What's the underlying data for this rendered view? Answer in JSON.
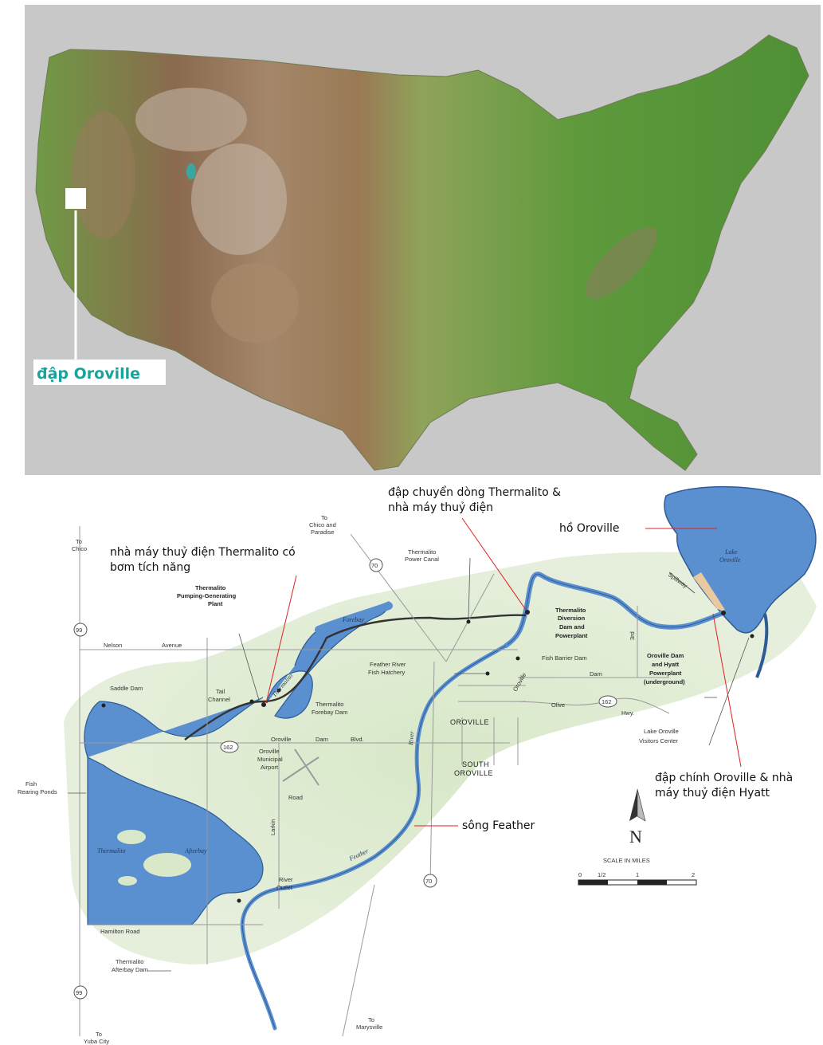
{
  "us_map": {
    "callout_label": "đập Oroville",
    "colors": {
      "background": "#c8c8c8",
      "lowland": "#5e9a3c",
      "mountain": "#8a6a4e",
      "callout": "#1aa39a"
    }
  },
  "annotations": {
    "thermalito_pumping": [
      "nhà máy thuỷ điện Thermalito có",
      "bơm tích năng"
    ],
    "thermalito_diversion": [
      "đập chuyển dòng Thermalito &",
      "nhà máy thuỷ điện"
    ],
    "lake_oroville": "hồ Oroville",
    "oroville_main_dam": [
      "đập chính Oroville & nhà",
      "máy thuỷ điện Hyatt"
    ],
    "feather_river": "sông Feather"
  },
  "map_labels": {
    "to_chico_left": [
      "To",
      "Chico"
    ],
    "to_chico_paradise": [
      "To",
      "Chico and",
      "Paradise"
    ],
    "thermalito_power_canal": [
      "Thermalito",
      "Power Canal"
    ],
    "thermalito_pumping_plant": [
      "Thermalito",
      "Pumping-Generating",
      "Plant"
    ],
    "thermalito_diversion_dam": [
      "Thermalito",
      "Diversion",
      "Dam and",
      "Powerplant"
    ],
    "nelson_avenue": [
      "Nelson",
      "Avenue"
    ],
    "forebay_italic": "Forebay",
    "thermalito_italic": "Thermalito",
    "tail_channel": [
      "Tail",
      "Channel"
    ],
    "feather_hatchery": [
      "Feather River",
      "Fish Hatchery"
    ],
    "fish_barrier_dam": "Fish Barrier Dam",
    "oroville_dam_hyatt": [
      "Oroville Dam",
      "and Hyatt",
      "Powerplant",
      "(underground)"
    ],
    "dam_road": "Dam",
    "oroville_road": "Oroville",
    "olive_highway": [
      "Olive",
      "Hwy."
    ],
    "third_ave": "3rd",
    "lake_oroville_italic": [
      "Lake",
      "Oroville"
    ],
    "spillway": "Spillway",
    "saddle_dam": "Saddle Dam",
    "thermalito_forebay_dam": [
      "Thermalito",
      "Forebay Dam"
    ],
    "oroville_dam_blvd": [
      "Oroville",
      "Dam",
      "Blvd."
    ],
    "oroville_airport": [
      "Oroville",
      "Municipal",
      "Airport"
    ],
    "oroville_town": "OROVILLE",
    "south_oroville": [
      "SOUTH",
      "OROVILLE"
    ],
    "lake_oroville_visitors": [
      "Lake Oroville",
      "Visitors Center"
    ],
    "fish_rearing_ponds": [
      "Fish",
      "Rearing Ponds"
    ],
    "road": "Road",
    "larkin": "Larkin",
    "river_italic": "River",
    "feather_italic": "Feather",
    "afterbay_italic": "Afterbay",
    "thermalito_afterbay_lake": "Thermalito",
    "river_outlet": [
      "River",
      "Outlet"
    ],
    "hamilton_road": "Hamilton Road",
    "thermalito_afterbay_dam": [
      "Thermalito",
      "Afterbay Dam"
    ],
    "to_yuba_city": [
      "To",
      "Yuba City"
    ],
    "to_marysville": [
      "To",
      "Marysville"
    ],
    "route_70": "70",
    "route_99": "99",
    "route_162": "162"
  },
  "compass": {
    "letter": "N"
  },
  "scale": {
    "title": "SCALE IN MILES",
    "ticks": [
      "0",
      "1/2",
      "1",
      "2"
    ]
  }
}
